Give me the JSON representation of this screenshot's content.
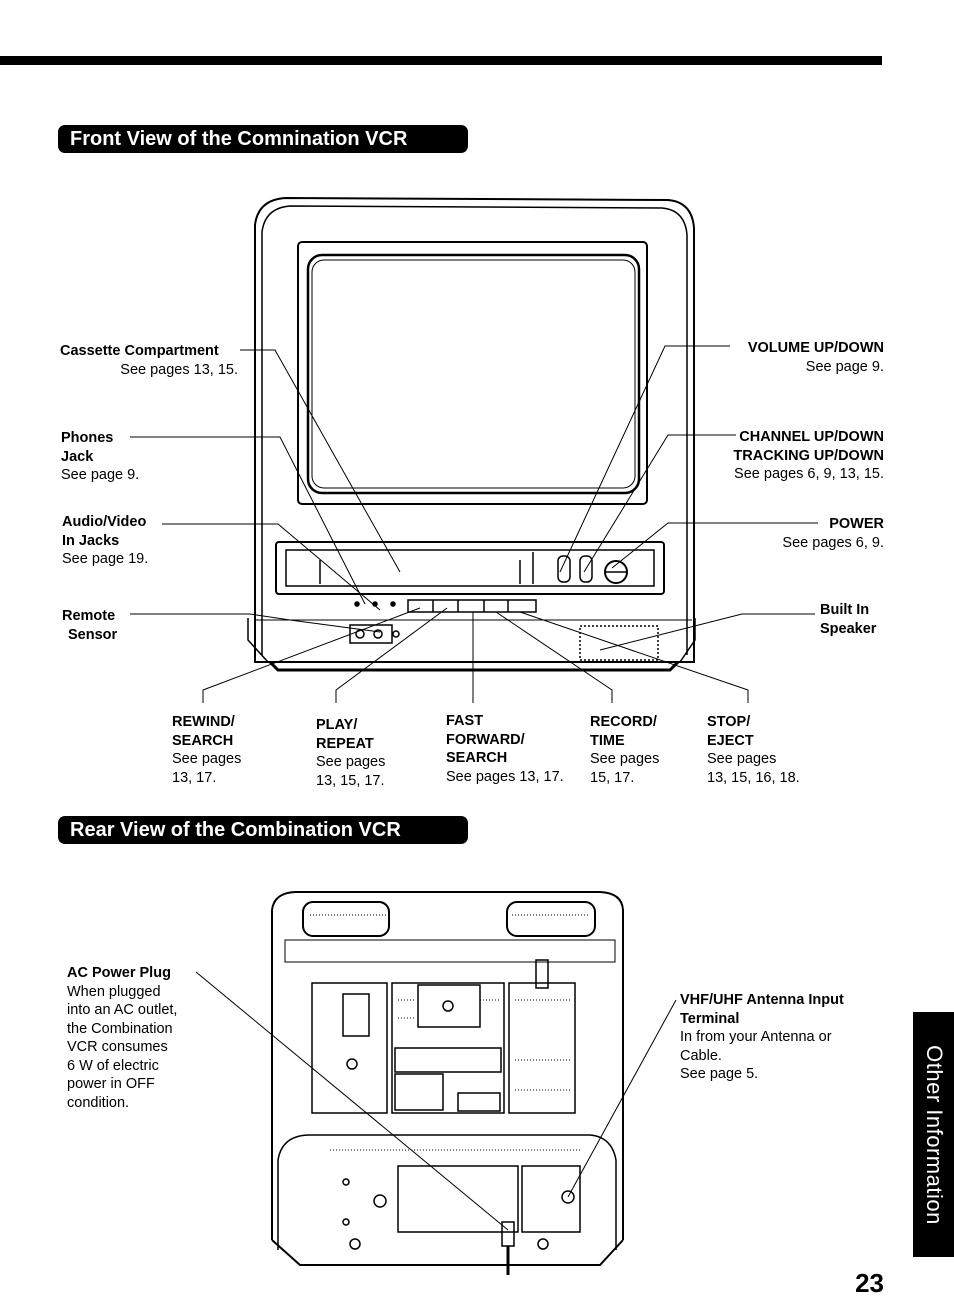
{
  "front_header": "Front View of the Comnination VCR",
  "rear_header": "Rear View of the Combination VCR",
  "front_labels": {
    "cassette": {
      "title": "Cassette Compartment",
      "ref": "See pages 13, 15."
    },
    "phones": {
      "title1": "Phones",
      "title2": "Jack",
      "ref": "See page 9."
    },
    "av": {
      "title1": "Audio/Video",
      "title2": "In Jacks",
      "ref": "See page 19."
    },
    "remote": {
      "title1": "Remote",
      "title2": "Sensor"
    },
    "volume": {
      "title": "VOLUME UP/DOWN",
      "ref": "See page 9."
    },
    "channel": {
      "title1": "CHANNEL UP/DOWN",
      "title2": "TRACKING UP/DOWN",
      "ref": "See pages 6, 9, 13, 15."
    },
    "power": {
      "title": "POWER",
      "ref": "See pages 6, 9."
    },
    "speaker": {
      "title1": "Built In",
      "title2": "Speaker"
    }
  },
  "buttons": [
    {
      "t1": "REWIND/",
      "t2": "SEARCH",
      "r1": "See pages",
      "r2": "13, 17."
    },
    {
      "t1": "PLAY/",
      "t2": "REPEAT",
      "r1": "See pages",
      "r2": "13, 15, 17."
    },
    {
      "t1": "FAST",
      "t2": "FORWARD/",
      "t3": "SEARCH",
      "r1": "See pages 13, 17."
    },
    {
      "t1": "RECORD/",
      "t2": "TIME",
      "r1": "See pages",
      "r2": "15, 17."
    },
    {
      "t1": "STOP/",
      "t2": "EJECT",
      "r1": "See pages",
      "r2": "13, 15, 16, 18."
    }
  ],
  "rear_labels": {
    "ac": {
      "title": "AC Power Plug",
      "l1": "When plugged",
      "l2": "into an AC outlet,",
      "l3": "the Combination",
      "l4": "VCR consumes",
      "l5": "6 W of electric",
      "l6": "power in OFF",
      "l7": "condition."
    },
    "antenna": {
      "title1": "VHF/UHF Antenna Input",
      "title2": "Terminal",
      "l1": "In from your Antenna or",
      "l2": "Cable.",
      "l3": "See page 5."
    }
  },
  "side_tab": "Other Information",
  "page_number": "23"
}
